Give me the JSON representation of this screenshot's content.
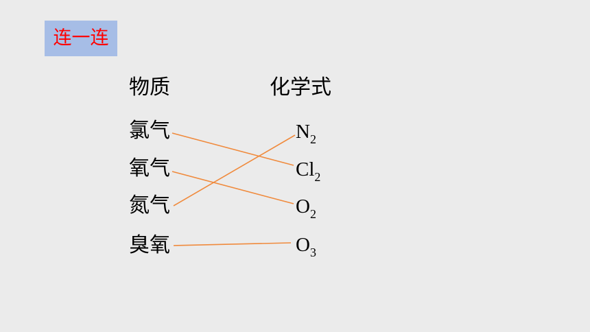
{
  "title": "连一连",
  "headers": {
    "substance": "物质",
    "formula": "化学式"
  },
  "substances": [
    "氯气",
    "氧气",
    "氮气",
    "臭氧"
  ],
  "formulas": [
    {
      "base": "N",
      "sub": "2"
    },
    {
      "base": "Cl",
      "sub": "2"
    },
    {
      "base": "O",
      "sub": "2"
    },
    {
      "base": "O",
      "sub": "3"
    }
  ],
  "matches": [
    {
      "substance": "氯气",
      "formula": "Cl2"
    },
    {
      "substance": "氧气",
      "formula": "O2"
    },
    {
      "substance": "氮气",
      "formula": "N2"
    },
    {
      "substance": "臭氧",
      "formula": "O3"
    }
  ],
  "colors": {
    "background": "#ebebeb",
    "title_badge": "#a6bde6",
    "title_text": "#ff0000",
    "connector": "#f08a3c"
  }
}
